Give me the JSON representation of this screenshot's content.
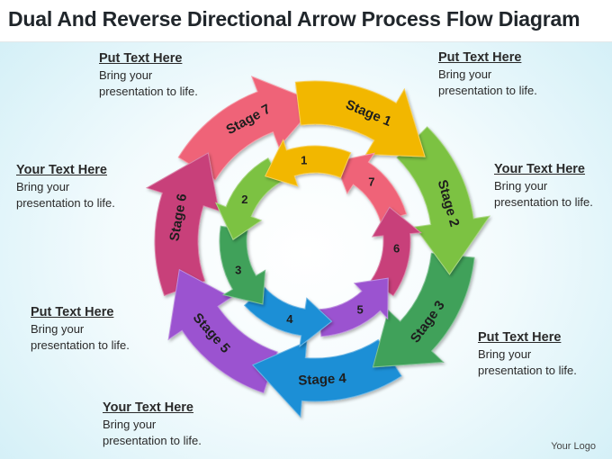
{
  "title": "Dual And Reverse Directional Arrow Process Flow Diagram",
  "outer_stages": [
    "Stage 1",
    "Stage 2",
    "Stage 3",
    "Stage 4",
    "Stage 5",
    "Stage 6",
    "Stage 7"
  ],
  "inner_numbers": [
    "1",
    "2",
    "3",
    "4",
    "5",
    "6",
    "7"
  ],
  "callouts": [
    {
      "heading": "Put Text Here",
      "body": "Bring your presentation to life."
    },
    {
      "heading": "Put Text Here",
      "body": "Bring your presentation to life."
    },
    {
      "heading": "Your Text Here",
      "body": "Bring your presentation to life."
    },
    {
      "heading": "Your Text Here",
      "body": "Bring your presentation to life."
    },
    {
      "heading": "Put Text Here",
      "body": "Bring your presentation to life."
    },
    {
      "heading": "Put Text Here",
      "body": "Bring your presentation to life."
    },
    {
      "heading": "Your Text Here",
      "body": "Bring your presentation to life."
    }
  ],
  "logo": "Your Logo",
  "colors": {
    "stage1": "#f2b705",
    "stage2": "#7cc242",
    "stage3": "#3fa15a",
    "stage4": "#1f8fd6",
    "stage5": "#9b52d0",
    "stage6": "#c8417a",
    "stage7": "#ef6478"
  }
}
